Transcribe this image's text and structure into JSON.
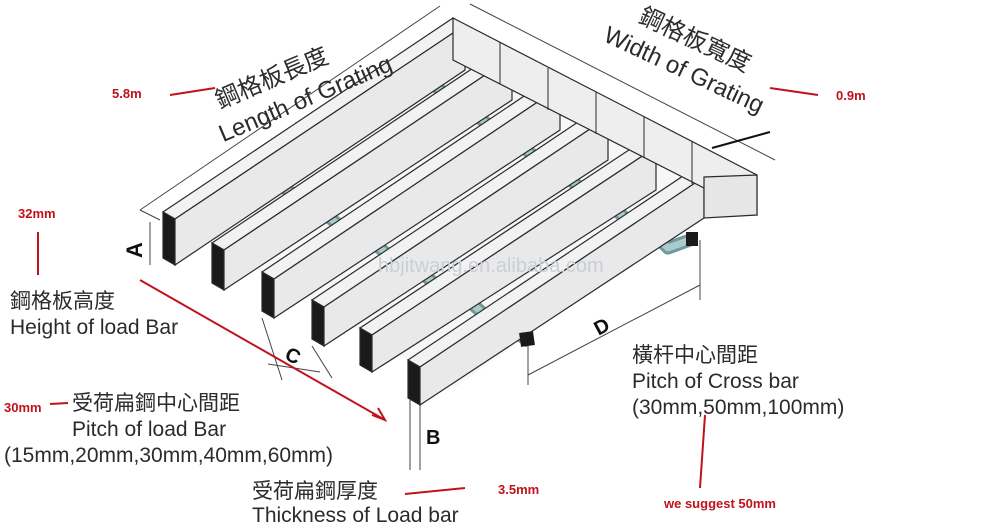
{
  "labels": {
    "length_zh": "鋼格板長度",
    "length_en": "Length of Grating",
    "width_zh": "鋼格板寬度",
    "width_en": "Width of Grating",
    "height_zh": "鋼格板高度",
    "height_en": "Height of load Bar",
    "pitch_load_zh": "受荷扁鋼中心間距",
    "pitch_load_en": "Pitch of load Bar",
    "pitch_load_options": "(15mm,20mm,30mm,40mm,60mm)",
    "pitch_cross_zh": "橫杆中心間距",
    "pitch_cross_en": "Pitch of Cross bar",
    "pitch_cross_options": "(30mm,50mm,100mm)",
    "thickness_zh": "受荷扁鋼厚度",
    "thickness_en": "Thickness of Load bar"
  },
  "dimension_letters": {
    "a": "A",
    "b": "B",
    "c": "C",
    "d": "D"
  },
  "annotations": {
    "length_value": "5.8m",
    "width_value": "0.9m",
    "height_value": "32mm",
    "pitch_load_value": "30mm",
    "thickness_value": "3.5mm",
    "suggest": "we suggest 50mm"
  },
  "watermark": "hbjitwang.en.alibaba.com",
  "colors": {
    "annotation_red": "#c0121b",
    "crossbar_teal": "#8fb6b8",
    "bar_face": "#f4f4f4",
    "bar_edge": "#1a1a1a"
  }
}
